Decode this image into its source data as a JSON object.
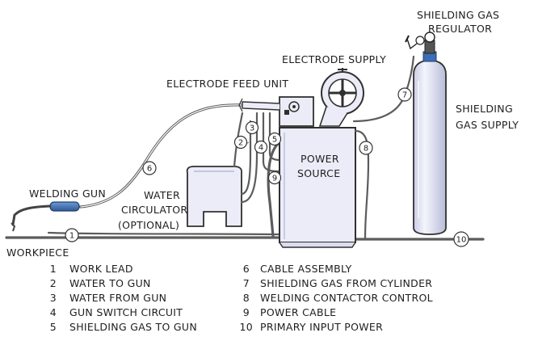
{
  "labels": {
    "shielding_gas_regulator_line1": "SHIELDING GAS",
    "shielding_gas_regulator_line2": "REGULATOR",
    "electrode_supply": "ELECTRODE SUPPLY",
    "electrode_feed_unit": "ELECTRODE FEED UNIT",
    "shielding_gas_supply_line1": "SHIELDING",
    "shielding_gas_supply_line2": "GAS SUPPLY",
    "power_source_line1": "POWER",
    "power_source_line2": "SOURCE",
    "welding_gun": "WELDING GUN",
    "water_circulator_line1": "WATER",
    "water_circulator_line2": "CIRCULATOR",
    "water_circulator_line3": "(OPTIONAL)",
    "workpiece": "WORKPIECE"
  },
  "callouts": [
    "1",
    "2",
    "3",
    "4",
    "5",
    "6",
    "7",
    "8",
    "9",
    "10"
  ],
  "legend": [
    {
      "num": "1",
      "text": "WORK LEAD"
    },
    {
      "num": "2",
      "text": "WATER TO GUN"
    },
    {
      "num": "3",
      "text": "WATER FROM GUN"
    },
    {
      "num": "4",
      "text": "GUN SWITCH CIRCUIT"
    },
    {
      "num": "5",
      "text": "SHIELDING GAS TO GUN"
    },
    {
      "num": "6",
      "text": "CABLE ASSEMBLY"
    },
    {
      "num": "7",
      "text": "SHIELDING GAS FROM CYLINDER"
    },
    {
      "num": "8",
      "text": "WELDING CONTACTOR CONTROL"
    },
    {
      "num": "9",
      "text": "POWER CABLE"
    },
    {
      "num": "10",
      "text": "PRIMARY INPUT POWER"
    }
  ],
  "colors": {
    "equipment_fill": "#ececf8",
    "equipment_stroke": "#303030",
    "hose": "#5c5c5c",
    "gun_handle": "#3a6fb5",
    "text": "#1e1e1e"
  }
}
